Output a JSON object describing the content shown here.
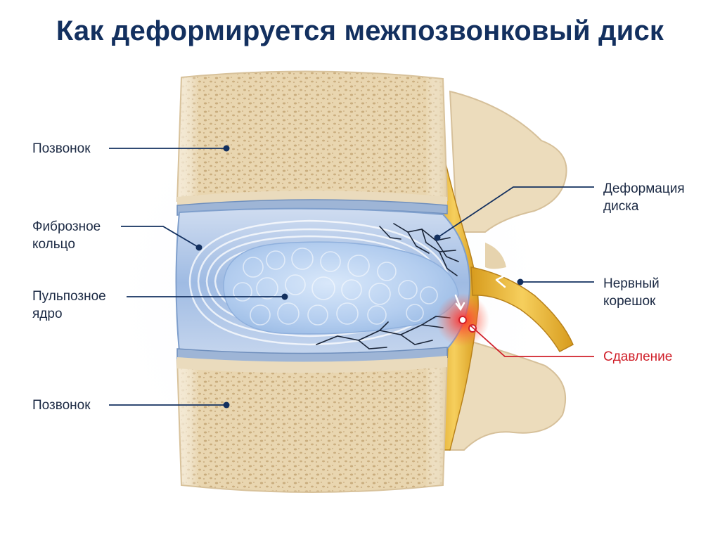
{
  "title": "Как деформируется межпозвонковый диск",
  "labels": {
    "vertebra_top": "Позвонок",
    "annulus_line1": "Фиброзное",
    "annulus_line2": "кольцо",
    "nucleus_line1": "Пульпозное",
    "nucleus_line2": "ядро",
    "vertebra_bottom": "Позвонок",
    "deformation_line1": "Деформация",
    "deformation_line2": "диска",
    "nerve_line1": "Нервный",
    "nerve_line2": "корешок",
    "compression": "Сдавление"
  },
  "colors": {
    "title": "#13305f",
    "leader_line": "#13305f",
    "compression": "#d0202a",
    "bone": "#ead7b4",
    "disc": "#a9c3e6",
    "nucleus": "#bcd6f2",
    "nerve": "#e8b93b"
  }
}
